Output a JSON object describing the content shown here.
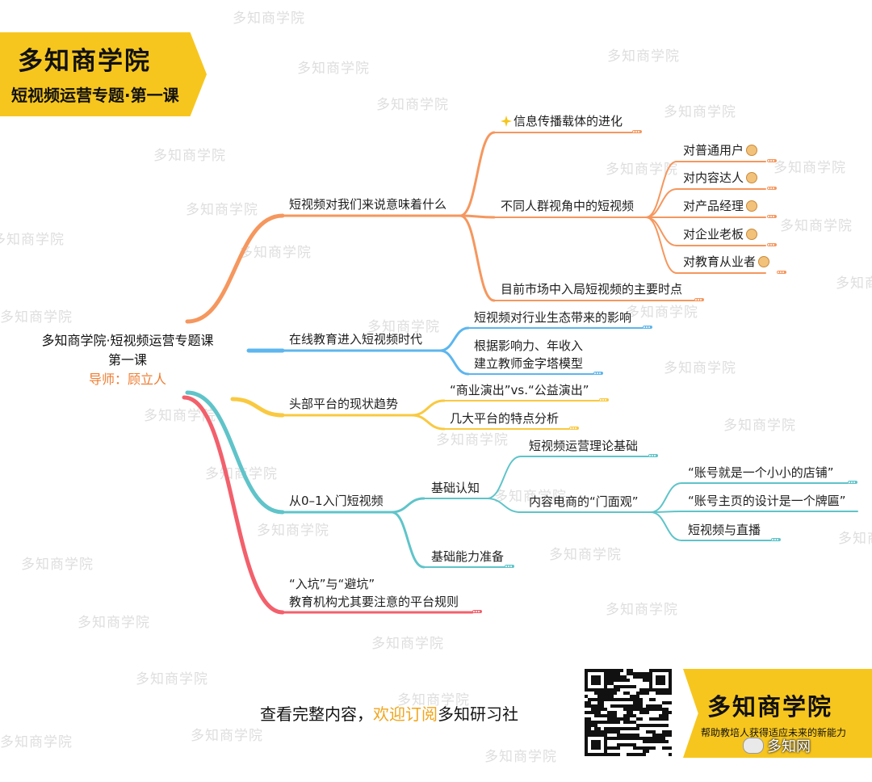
{
  "header": {
    "brand": "多知商学院",
    "subtitle": "短视频运营专题·第一课"
  },
  "root": {
    "line1": "多知商学院·短视频运营专题课",
    "line2": "第一课",
    "mentor": "导师：顾立人"
  },
  "branches": {
    "b1": {
      "label": "短视频对我们来说意味着什么",
      "color": "#f5975e",
      "c1": "信息传播载体的进化",
      "c2": {
        "label": "不同人群视角中的短视频",
        "items": [
          "对普通用户",
          "对内容达人",
          "对产品经理",
          "对企业老板",
          "对教育从业者"
        ]
      },
      "c3": "目前市场中入局短视频的主要时点"
    },
    "b2": {
      "label": "在线教育进入短视频时代",
      "color": "#5db6ee",
      "c1": "短视频对行业生态带来的影响",
      "c2_line1": "根据影响力、年收入",
      "c2_line2": "建立教师金字塔模型"
    },
    "b3": {
      "label": "头部平台的现状趋势",
      "color": "#f9c940",
      "c1": "“商业演出”vs.“公益演出”",
      "c2": "几大平台的特点分析"
    },
    "b4": {
      "label": "从0–1入门短视频",
      "color": "#5fc4c9",
      "c1": {
        "label": "基础认知",
        "g1": "短视频运营理论基础",
        "g2": {
          "label": "内容电商的“门面观”",
          "items": [
            "“账号就是一个小小的店铺”",
            "“账号主页的设计是一个牌匾”",
            "短视频与直播"
          ]
        }
      },
      "c2": "基础能力准备"
    },
    "b5": {
      "label_line1": "“入坑”与“避坑”",
      "label_line2": "教育机构尤其要注意的平台规则",
      "color": "#f2606c"
    }
  },
  "footer": {
    "text_a": "查看完整内容，",
    "text_b": "欢迎订阅",
    "text_c": "多知研习社",
    "brand": "多知商学院",
    "brand_sub": "帮助教培人获得适应未来的新能力",
    "wechat": "多知网"
  },
  "watermark": "多知商学院",
  "colors": {
    "accent_yellow": "#f7c61e",
    "mentor_orange": "#ee7d32",
    "highlight": "#f0a51c"
  }
}
